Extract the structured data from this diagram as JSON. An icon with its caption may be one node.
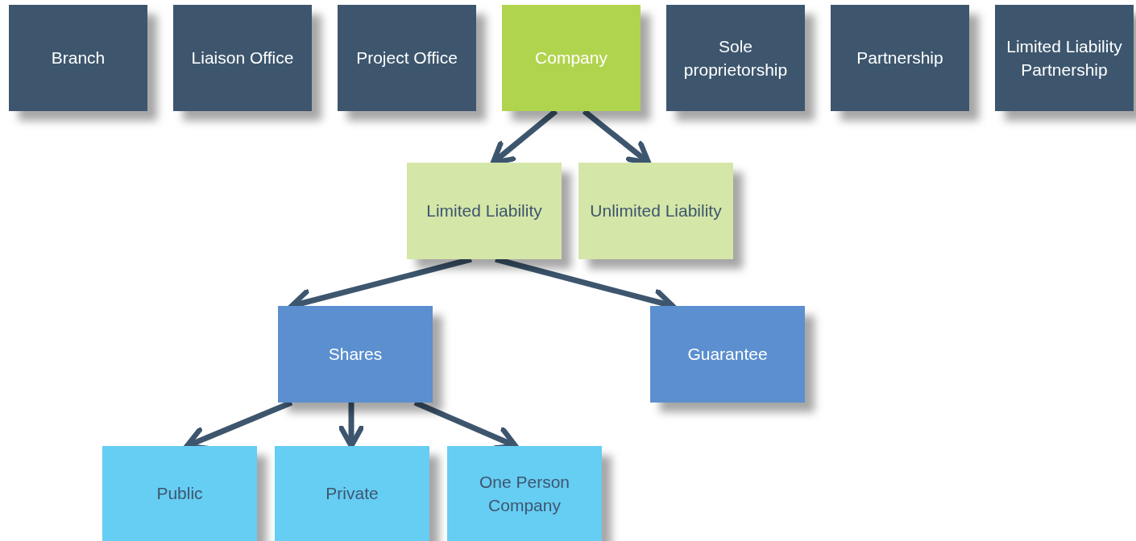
{
  "diagram": {
    "nodes": [
      {
        "text": [
          "Branch"
        ]
      },
      {
        "text": [
          "Liaison Office"
        ]
      },
      {
        "text": [
          "Project Office"
        ]
      },
      {
        "text": [
          "Company"
        ]
      },
      {
        "text": [
          "Sole proprietorship"
        ]
      },
      {
        "text": [
          "Partnership"
        ]
      },
      {
        "text": [
          "Limited Liability Partnership"
        ]
      },
      {
        "text": [
          "Limited Liability"
        ]
      },
      {
        "text": [
          "Unlimited Liability"
        ]
      },
      {
        "text": [
          "Shares"
        ]
      },
      {
        "text": [
          "Guarantee"
        ]
      },
      {
        "text": [
          "Public"
        ]
      },
      {
        "text": [
          "Private"
        ]
      },
      {
        "text": [
          "One Person Company"
        ]
      }
    ],
    "edges": [
      {
        "from": 3,
        "to": 7,
        "arrow": "to"
      },
      {
        "from": 3,
        "to": 8,
        "arrow": "to"
      },
      {
        "from": 7,
        "to": 9,
        "arrow": "to"
      },
      {
        "from": 7,
        "to": 10,
        "arrow": "to"
      },
      {
        "from": 9,
        "to": 11,
        "arrow": "to"
      },
      {
        "from": 9,
        "to": 12,
        "arrow": "to"
      },
      {
        "from": 9,
        "to": 13,
        "arrow": "to"
      }
    ]
  }
}
